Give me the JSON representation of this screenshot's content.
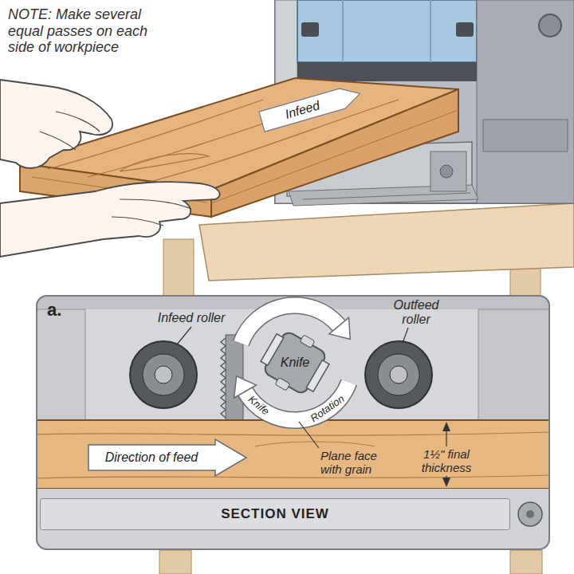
{
  "diagram": {
    "nodes": [
      {
        "text": [
          "a."
        ]
      },
      {
        "text": [
          "Knife"
        ],
        "in": 0
      },
      {
        "text": [
          "SECTION VIEW"
        ],
        "in": 0
      },
      {
        "text": [
          "Direction of feed"
        ],
        "in": 0
      },
      {
        "text": [
          "Infeed"
        ]
      }
    ],
    "labels": [
      "NOTE: Make several equal passes on each side of workpiece",
      "Infeed roller",
      "Outfeed roller",
      "Knife",
      "Rotation",
      "Plane face with grain",
      "1½\" final thickness"
    ]
  }
}
